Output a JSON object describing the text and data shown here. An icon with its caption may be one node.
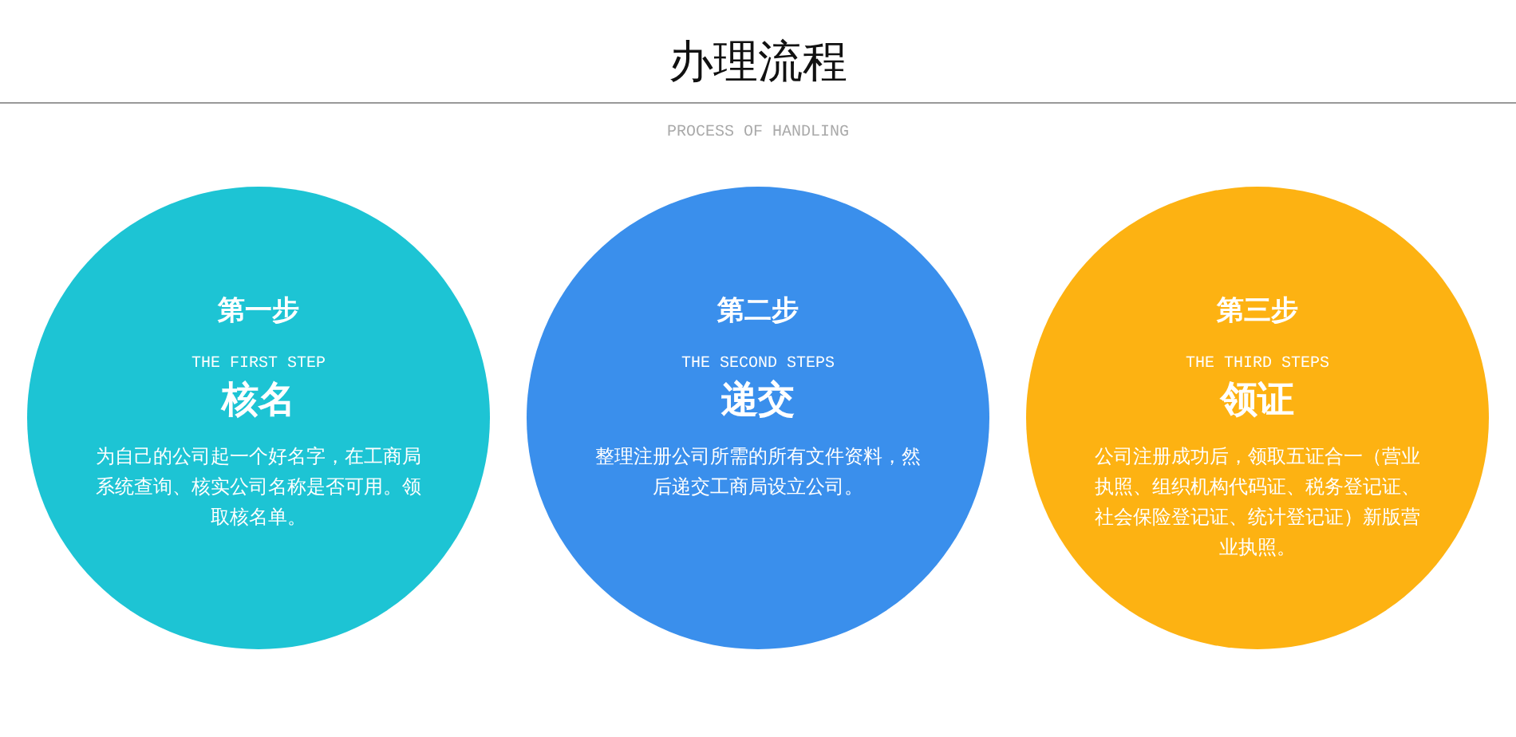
{
  "diagram": {
    "title": "办理流程",
    "nodes": [
      {
        "text": [
          "第一步",
          "THE FIRST STEP",
          "核名",
          "为自己的公司起一个好名字，在工商局系统查询、核实公司名称是否可用。领取核名单。"
        ]
      },
      {
        "text": [
          "第二步",
          "THE SECOND STEPS",
          "递交",
          "整理注册公司所需的所有文件资料，然后递交工商局设立公司。"
        ]
      },
      {
        "text": [
          "第三步",
          "THE THIRD STEPS",
          "领证",
          "公司注册成功后，领取五证合一（营业执照、组织机构代码证、税务登记证、社会保险登记证、统计登记证）新版营业执照。"
        ]
      }
    ],
    "labels": [
      "PROCESS OF HANDLING"
    ]
  }
}
